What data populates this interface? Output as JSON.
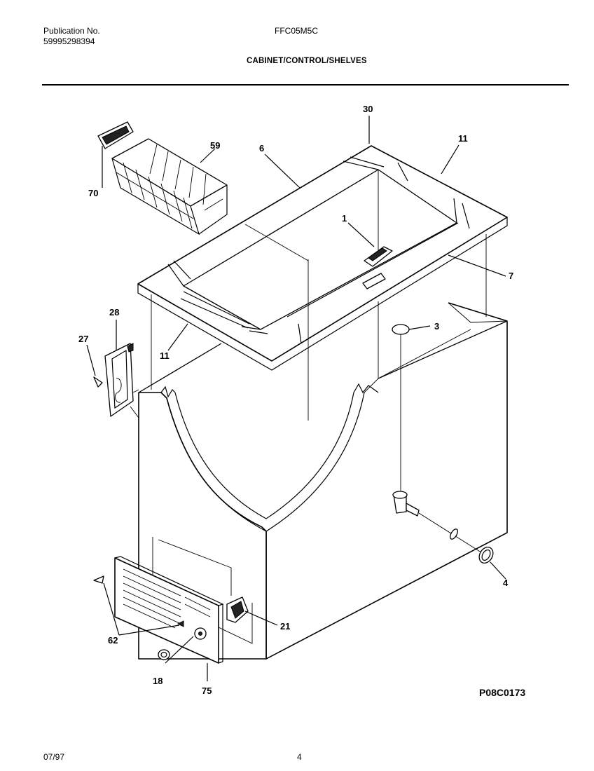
{
  "header": {
    "publication_label": "Publication No.",
    "publication_number": "59995298394",
    "model": "FFC05M5C",
    "section_title": "CABINET/CONTROL/SHELVES"
  },
  "callouts": {
    "c30": "30",
    "c11a": "11",
    "c59": "59",
    "c6": "6",
    "c70": "70",
    "c1": "1",
    "c7": "7",
    "c3": "3",
    "c28": "28",
    "c27": "27",
    "c11b": "11",
    "c4": "4",
    "c21": "21",
    "c62": "62",
    "c18": "18",
    "c75": "75"
  },
  "figure_code": "P08C0173",
  "footer": {
    "date": "07/97",
    "page": "4"
  }
}
